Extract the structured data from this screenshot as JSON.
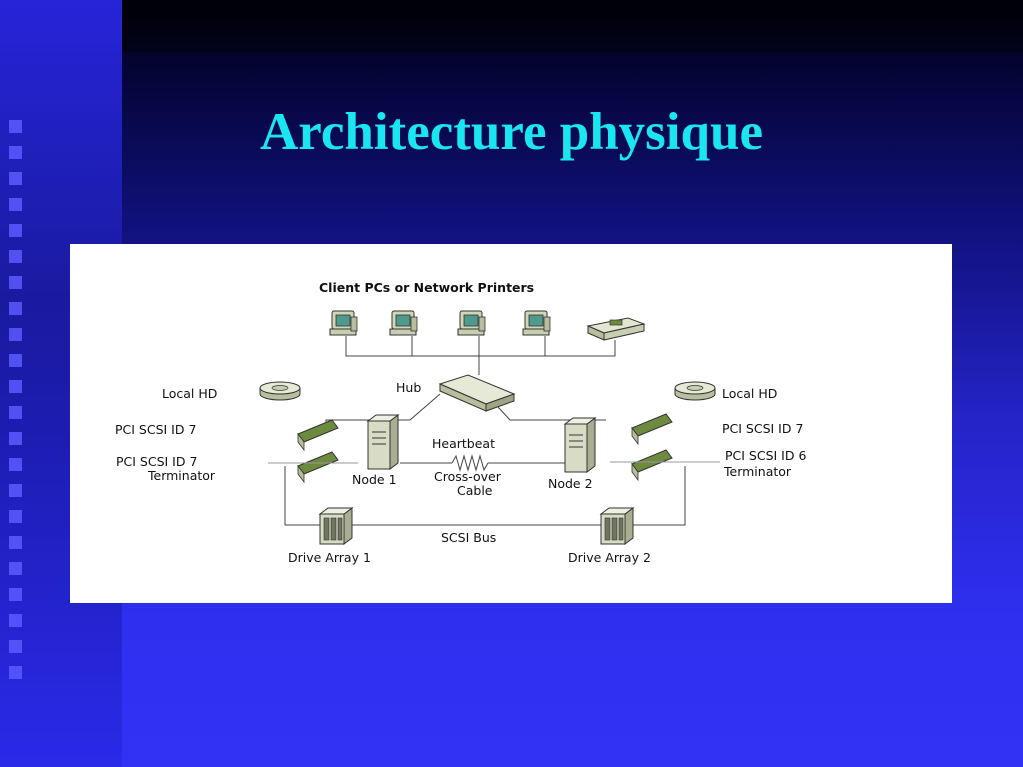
{
  "slide": {
    "title": "Architecture physique"
  },
  "diagram": {
    "header": "Client PCs or Network Printers",
    "hub": "Hub",
    "left": {
      "local_hd": "Local HD",
      "pci_scsi_top": "PCI SCSI ID 7",
      "pci_scsi_bottom": "PCI SCSI ID 7",
      "terminator": "Terminator"
    },
    "right": {
      "local_hd": "Local HD",
      "pci_scsi_top": "PCI SCSI ID 7",
      "pci_scsi_bottom": "PCI SCSI ID 6",
      "terminator": "Terminator"
    },
    "heartbeat": "Heartbeat",
    "crossover_line1": "Cross-over",
    "crossover_line2": "Cable",
    "node1": "Node 1",
    "node2": "Node 2",
    "scsi_bus": "SCSI Bus",
    "drive_array1": "Drive Array 1",
    "drive_array2": "Drive Array 2",
    "client_devices": [
      "client-pc-icon",
      "client-pc-icon",
      "client-pc-icon",
      "client-pc-icon",
      "network-printer-icon"
    ]
  }
}
